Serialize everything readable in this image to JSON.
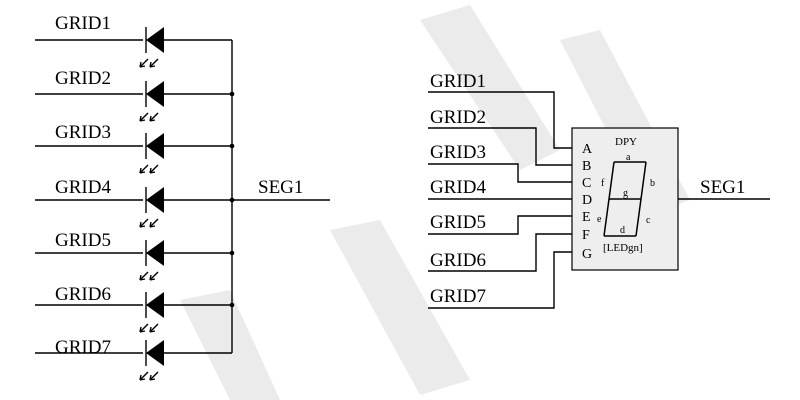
{
  "left_circuit": {
    "grid_labels": [
      "GRID1",
      "GRID2",
      "GRID3",
      "GRID4",
      "GRID5",
      "GRID6",
      "GRID7"
    ],
    "output_label": "SEG1"
  },
  "right_circuit": {
    "grid_labels": [
      "GRID1",
      "GRID2",
      "GRID3",
      "GRID4",
      "GRID5",
      "GRID6",
      "GRID7"
    ],
    "output_label": "SEG1",
    "component": {
      "title": "DPY",
      "part_name": "[LEDgn]",
      "pins": [
        "A",
        "B",
        "C",
        "D",
        "E",
        "F",
        "G"
      ],
      "segments": [
        "a",
        "b",
        "c",
        "d",
        "e",
        "f",
        "g"
      ]
    }
  }
}
